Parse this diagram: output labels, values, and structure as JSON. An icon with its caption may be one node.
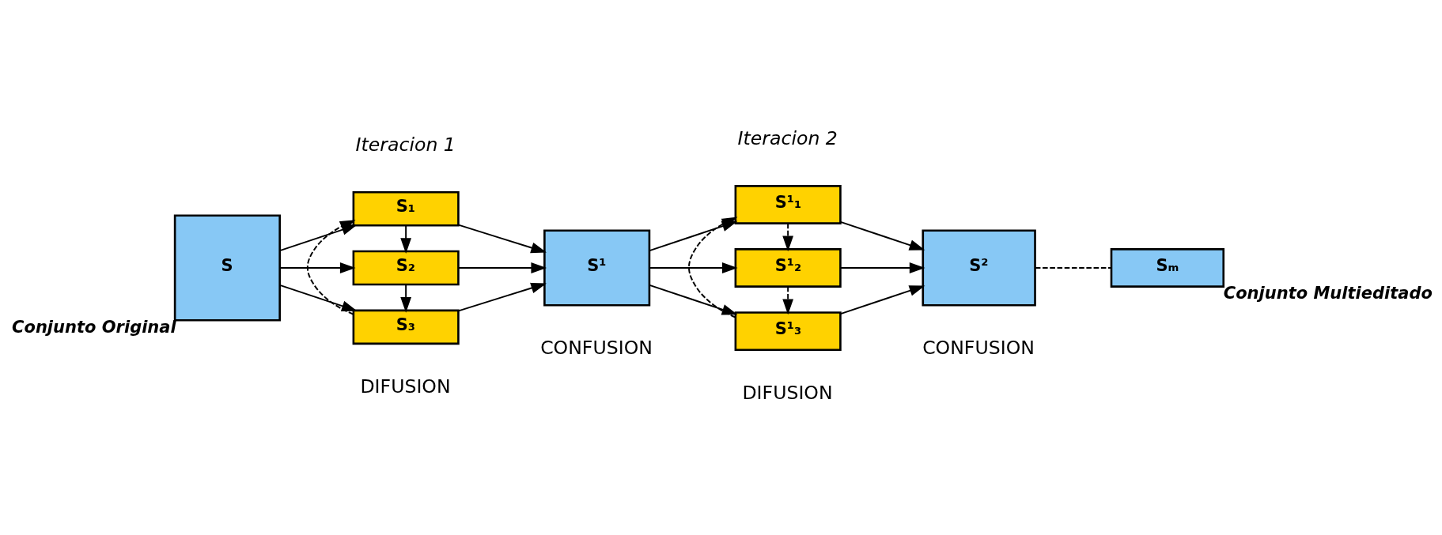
{
  "diagram": {
    "nodes": [
      {
        "text": [
          "S"
        ],
        "beside": [
          "Conjunto Original"
        ]
      },
      {
        "text": [
          "S₁"
        ]
      },
      {
        "text": [
          "S₂"
        ]
      },
      {
        "text": [
          "S₃"
        ]
      },
      {
        "text": [
          "S¹"
        ]
      },
      {
        "text": [
          "S¹₁"
        ]
      },
      {
        "text": [
          "S¹₂"
        ]
      },
      {
        "text": [
          "S¹₃"
        ]
      },
      {
        "text": [
          "S²"
        ]
      },
      {
        "text": [
          "Sₘ"
        ],
        "beside": [
          "Conjunto Multieditado"
        ]
      }
    ],
    "edges": [
      {
        "from": 0,
        "to": 1,
        "arrow": "to"
      },
      {
        "from": 0,
        "to": 2,
        "arrow": "to"
      },
      {
        "from": 0,
        "to": 3,
        "arrow": "to"
      },
      {
        "from": 1,
        "to": 2,
        "arrow": "to"
      },
      {
        "from": 2,
        "to": 3,
        "arrow": "to"
      },
      {
        "from": 3,
        "to": 1,
        "arrow": "to",
        "style": "dashed"
      },
      {
        "from": 1,
        "to": 4,
        "arrow": "to"
      },
      {
        "from": 2,
        "to": 4,
        "arrow": "to"
      },
      {
        "from": 3,
        "to": 4,
        "arrow": "to"
      },
      {
        "from": 4,
        "to": 5,
        "arrow": "to"
      },
      {
        "from": 4,
        "to": 6,
        "arrow": "to"
      },
      {
        "from": 4,
        "to": 7,
        "arrow": "to"
      },
      {
        "from": 5,
        "to": 6,
        "arrow": "to",
        "style": "dashed"
      },
      {
        "from": 6,
        "to": 7,
        "arrow": "to",
        "style": "dashed"
      },
      {
        "from": 7,
        "to": 5,
        "arrow": "to",
        "style": "dashed"
      },
      {
        "from": 5,
        "to": 8,
        "arrow": "to"
      },
      {
        "from": 6,
        "to": 8,
        "arrow": "to"
      },
      {
        "from": 7,
        "to": 8,
        "arrow": "to"
      },
      {
        "from": 8,
        "to": 9,
        "arrow": "none",
        "style": "dashed"
      }
    ],
    "labels": [
      "Iteracion 1",
      "Iteracion 2",
      "DIFUSION",
      "CONFUSION",
      "DIFUSION",
      "CONFUSION"
    ]
  }
}
